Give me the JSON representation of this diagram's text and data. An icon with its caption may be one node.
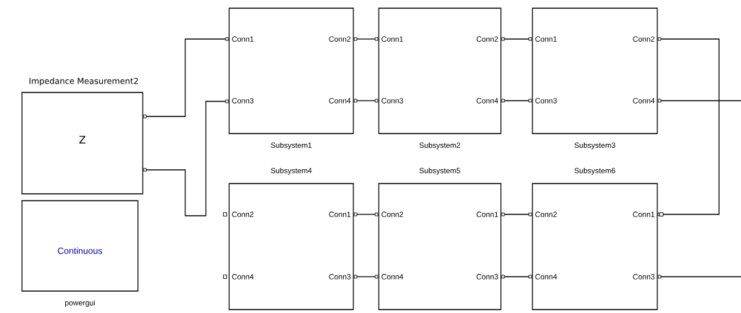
{
  "diagram": {
    "nodes": [
      {
        "text": [
          "Impedance Measurement2",
          "Z"
        ]
      },
      {
        "text": [
          "Continuous"
        ],
        "beside": [
          "powergui"
        ]
      },
      {
        "text": [
          "Conn1",
          "Conn2",
          "Conn3",
          "Conn4"
        ],
        "beside": [
          "Subsystem1"
        ]
      },
      {
        "text": [
          "Conn1",
          "Conn2",
          "Conn3",
          "Conn4"
        ],
        "beside": [
          "Subsystem2"
        ]
      },
      {
        "text": [
          "Conn1",
          "Conn2",
          "Conn3",
          "Conn4"
        ],
        "beside": [
          "Subsystem3"
        ]
      },
      {
        "text": [
          "Conn2",
          "Conn1",
          "Conn4",
          "Conn3"
        ],
        "beside": [
          "Subsystem4"
        ]
      },
      {
        "text": [
          "Conn2",
          "Conn1",
          "Conn4",
          "Conn3"
        ],
        "beside": [
          "Subsystem5"
        ]
      },
      {
        "text": [
          "Conn2",
          "Conn1",
          "Conn4",
          "Conn3"
        ],
        "beside": [
          "Subsystem6"
        ]
      }
    ],
    "edges": [
      {
        "from": 0,
        "to": 2,
        "arrow": "other"
      },
      {
        "from": 0,
        "to": 2,
        "arrow": "other"
      },
      {
        "from": 2,
        "to": 3,
        "arrow": "other"
      },
      {
        "from": 2,
        "to": 3,
        "arrow": "other"
      },
      {
        "from": 3,
        "to": 4,
        "arrow": "other"
      },
      {
        "from": 3,
        "to": 4,
        "arrow": "other"
      },
      {
        "from": 5,
        "to": 6,
        "arrow": "other"
      },
      {
        "from": 5,
        "to": 6,
        "arrow": "other"
      },
      {
        "from": 6,
        "to": 7,
        "arrow": "other"
      },
      {
        "from": 6,
        "to": 7,
        "arrow": "other"
      },
      {
        "from": 4,
        "to": 7,
        "arrow": "other"
      },
      {
        "from": 4,
        "to": null,
        "arrow": "other"
      },
      {
        "from": 7,
        "to": null,
        "arrow": "other"
      }
    ]
  }
}
